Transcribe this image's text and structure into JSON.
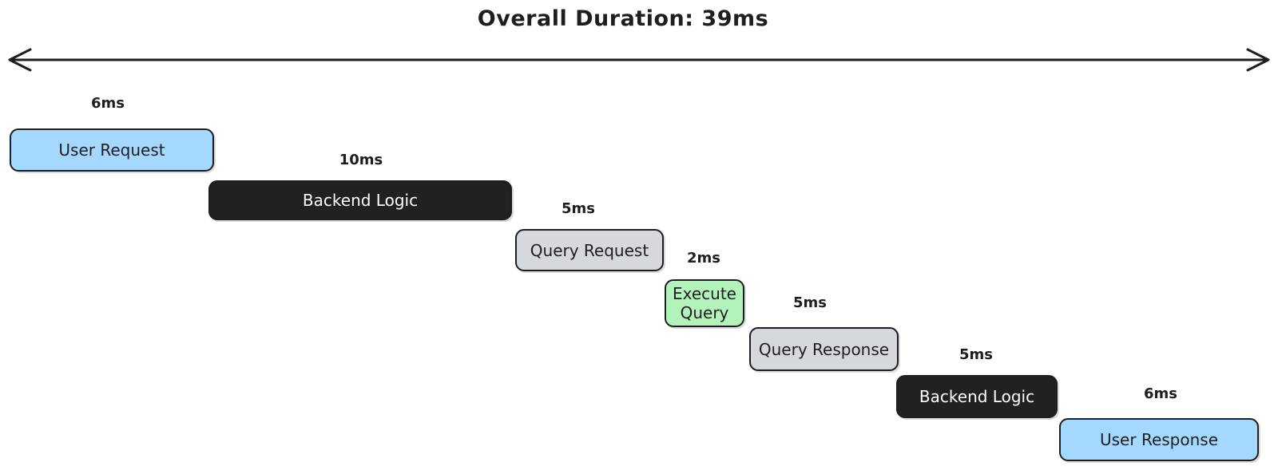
{
  "title": "Overall Duration: 39ms",
  "colors": {
    "stroke": "#1e1e1e",
    "background": "#ffffff",
    "blue": {
      "fill": "#a5d8ff",
      "text": "#1e1e1e"
    },
    "dark": {
      "fill": "#212121",
      "text": "#ffffff"
    },
    "gray": {
      "fill": "#d5d8dc",
      "text": "#1e1e1e"
    },
    "green": {
      "fill": "#b2f2bb",
      "text": "#1e1e1e"
    }
  },
  "icons": {
    "overall_arrow": "double-headed-horizontal-arrow"
  },
  "bars": [
    {
      "name": "User Request",
      "duration": "6ms",
      "color": "blue"
    },
    {
      "name": "Backend Logic",
      "duration": "10ms",
      "color": "dark"
    },
    {
      "name": "Query Request",
      "duration": "5ms",
      "color": "gray"
    },
    {
      "name": "Execute Query",
      "duration": "2ms",
      "color": "green"
    },
    {
      "name": "Query Response",
      "duration": "5ms",
      "color": "gray"
    },
    {
      "name": "Backend Logic",
      "duration": "5ms",
      "color": "dark"
    },
    {
      "name": "User Response",
      "duration": "6ms",
      "color": "blue"
    }
  ],
  "chart_data": {
    "type": "bar",
    "title": "Overall Duration: 39ms",
    "layout": "waterfall-cascade",
    "unit": "ms",
    "categories": [
      "User Request",
      "Backend Logic",
      "Query Request",
      "Execute Query",
      "Query Response",
      "Backend Logic",
      "User Response"
    ],
    "values": [
      6,
      10,
      5,
      2,
      5,
      5,
      6
    ],
    "total_ms": 39
  }
}
